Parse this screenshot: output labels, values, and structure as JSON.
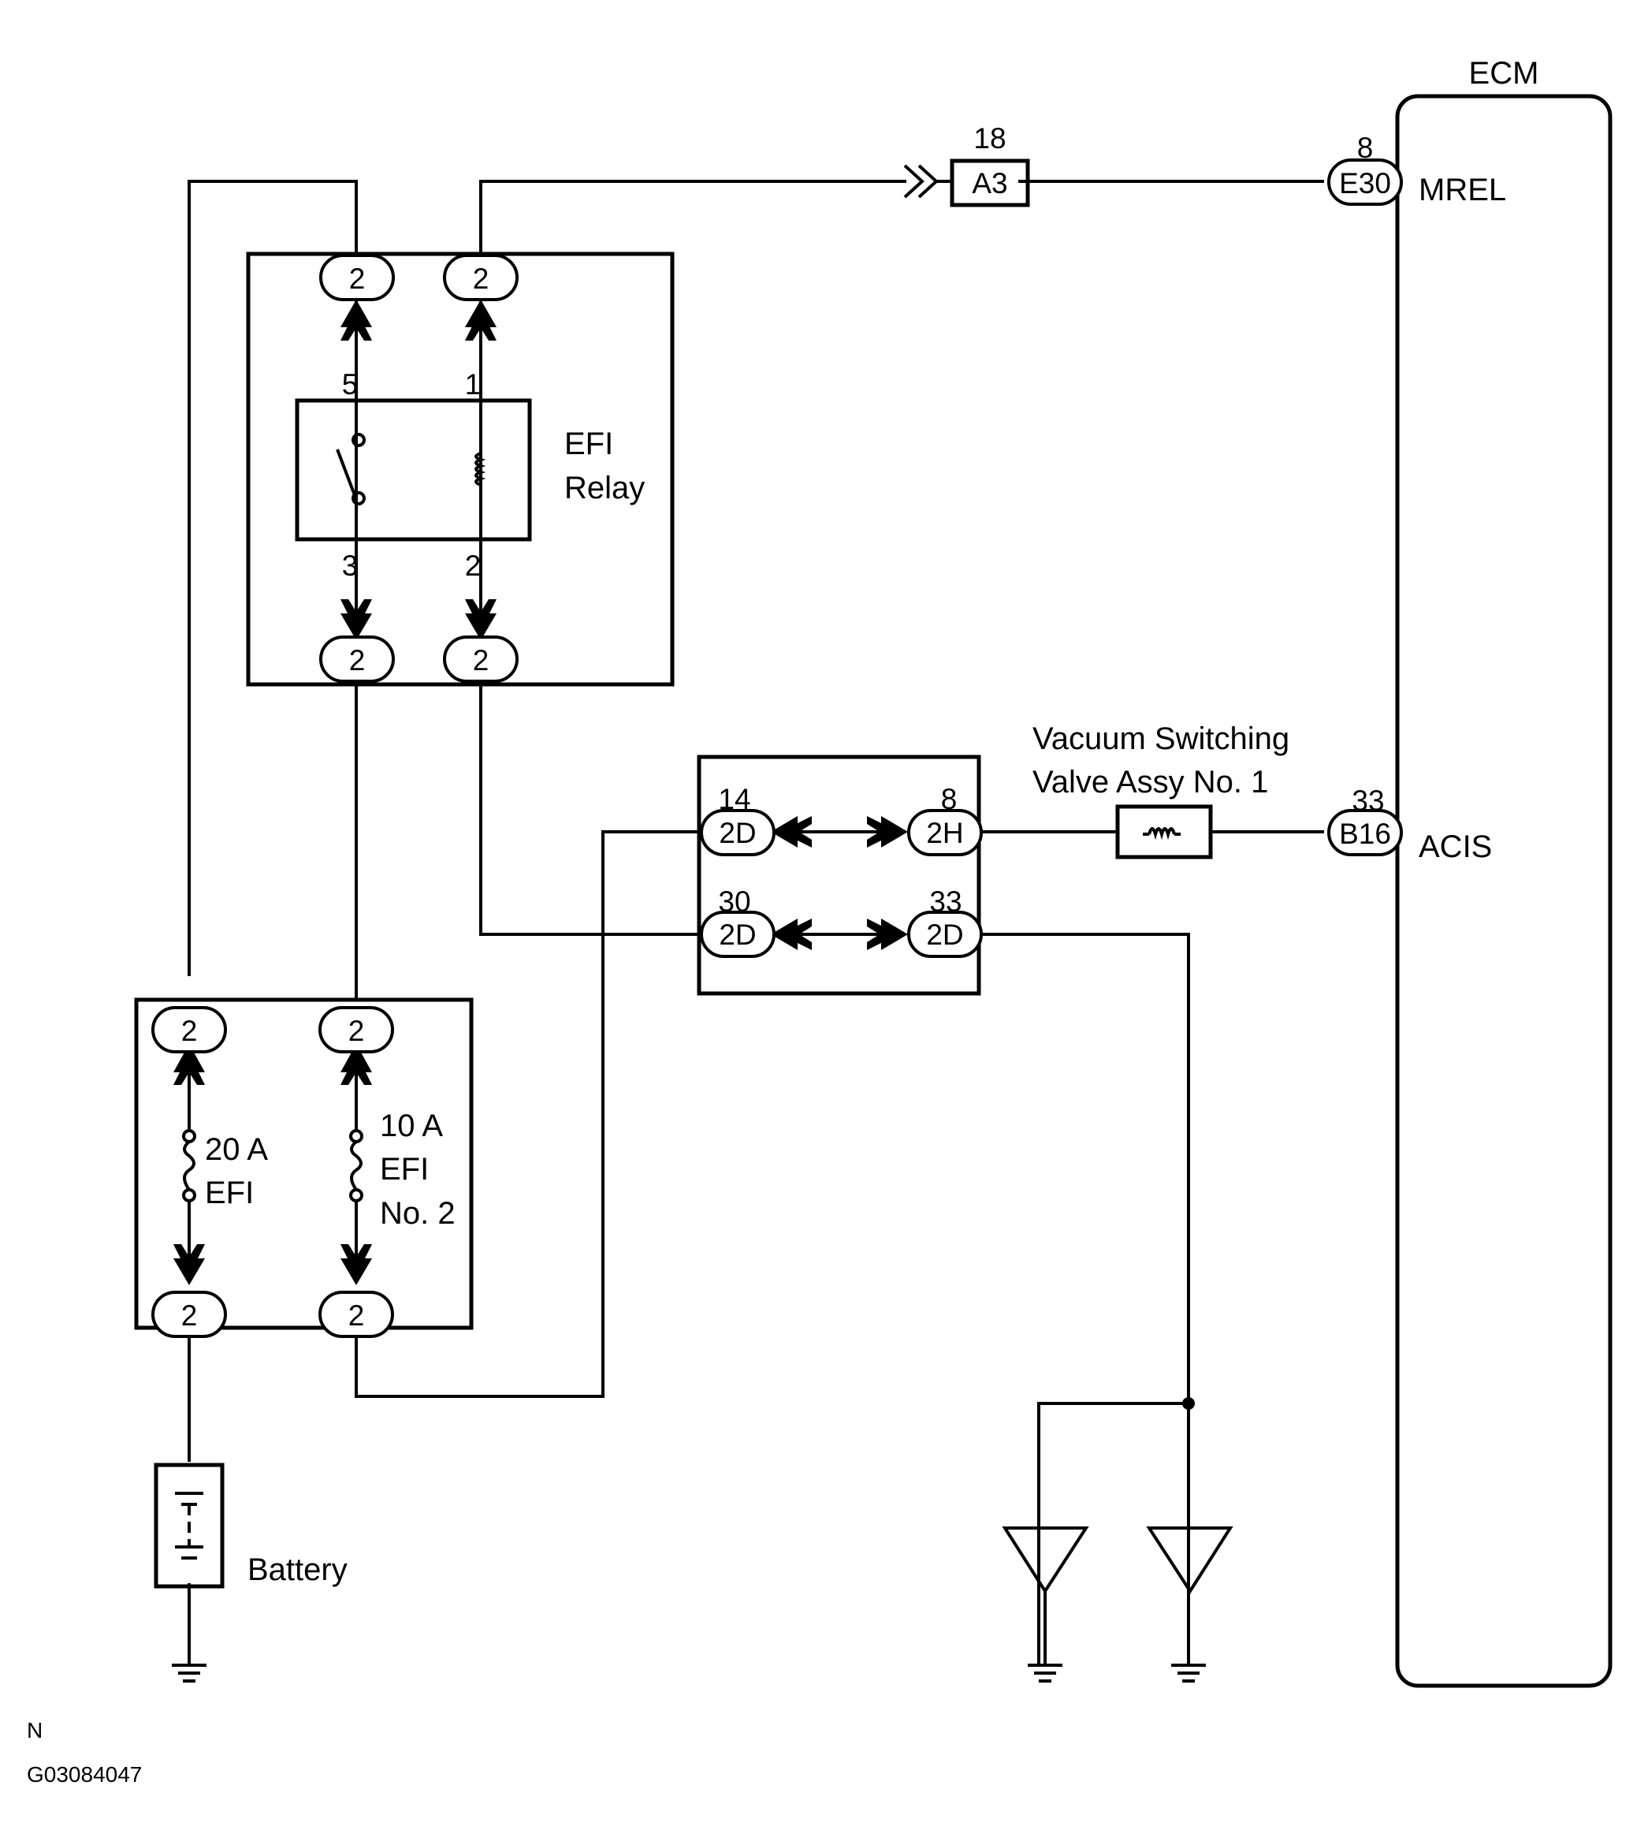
{
  "ecm": {
    "title": "ECM"
  },
  "efi_relay": {
    "name_line1": "EFI",
    "name_line2": "Relay",
    "pin_top_left": "5",
    "pin_top_right": "1",
    "pin_bottom_left": "3",
    "pin_bottom_right": "2"
  },
  "connectors": {
    "c2": "2",
    "a3_label": "A3",
    "a3_pin": "18",
    "e30_label": "E30",
    "e30_pin": "8",
    "b16_label": "B16",
    "b16_pin": "33",
    "jb_2d_a": "2D",
    "jb_2d_a_pin": "14",
    "jb_2h": "2H",
    "jb_2h_pin": "8",
    "jb_2d_b": "2D",
    "jb_2d_b_pin": "30",
    "jb_2d_c": "2D",
    "jb_2d_c_pin": "33"
  },
  "terminals": {
    "mrel": "MREL",
    "acis": "ACIS"
  },
  "vsv": {
    "line1": "Vacuum Switching",
    "line2": "Valve Assy No. 1"
  },
  "fuses": {
    "efi_rating": "20 A",
    "efi_name": "EFI",
    "efi2_rating": "10 A",
    "efi2_name_line1": "EFI",
    "efi2_name_line2": "No. 2"
  },
  "battery": {
    "label": "Battery"
  },
  "footer": {
    "letter": "N",
    "code": "G03084047"
  }
}
